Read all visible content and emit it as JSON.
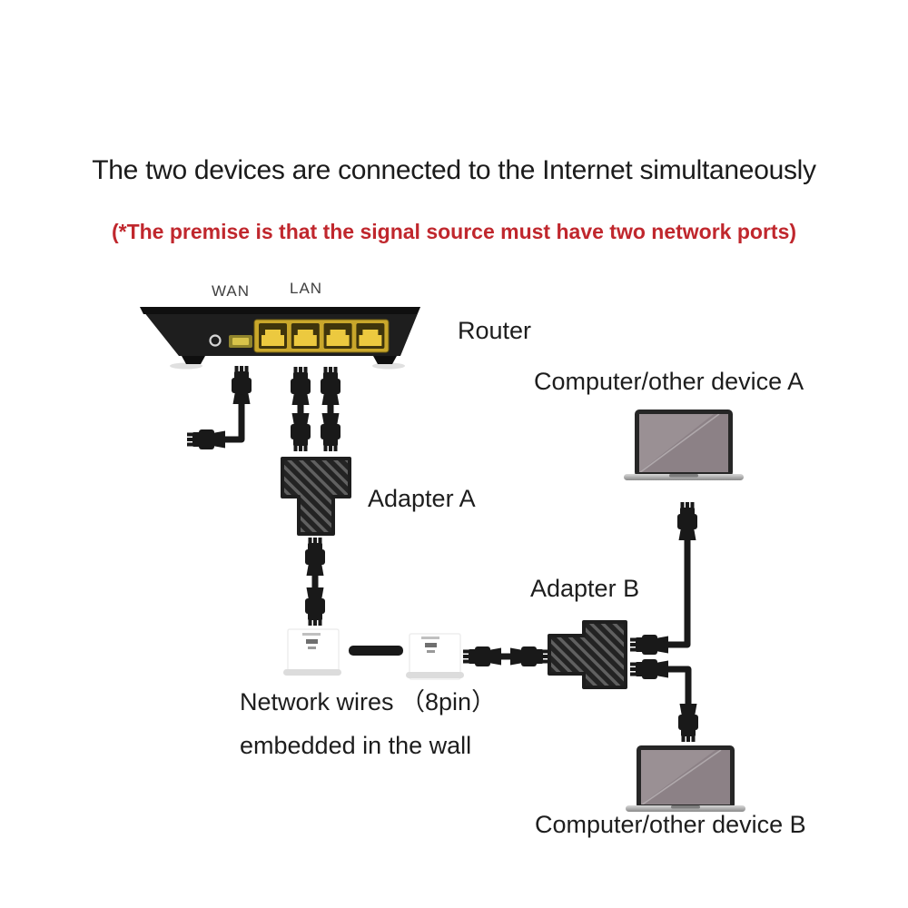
{
  "title": "The two devices are connected to the Internet simultaneously",
  "subtitle": "(*The premise is that the signal source must have two network ports)",
  "colors": {
    "title_text": "#1b1b1b",
    "subtitle_red": "#c0272d",
    "label_text": "#1d1d1d",
    "port_label_text": "#3f3f3f",
    "device_black": "#1e1e1e",
    "cable_black": "#191919",
    "lan_yellow": "#c9a72b",
    "lan_port_bright": "#ecc93f",
    "laptop_screen": "#8c8186",
    "adapter_stripe_light": "#606060",
    "adapter_stripe_dark": "#232323"
  },
  "router": {
    "wan_label": "WAN",
    "lan_label": "LAN",
    "name_label": "Router",
    "lan_port_count": 4
  },
  "devices": {
    "device_a_label": "Computer/other device A",
    "device_b_label": "Computer/other device B"
  },
  "adapters": {
    "adapter_a_label": "Adapter A",
    "adapter_b_label": "Adapter B"
  },
  "wall_wiring": {
    "caption_line1": "Network wires （8pin）",
    "caption_line2": "embedded in the wall"
  }
}
